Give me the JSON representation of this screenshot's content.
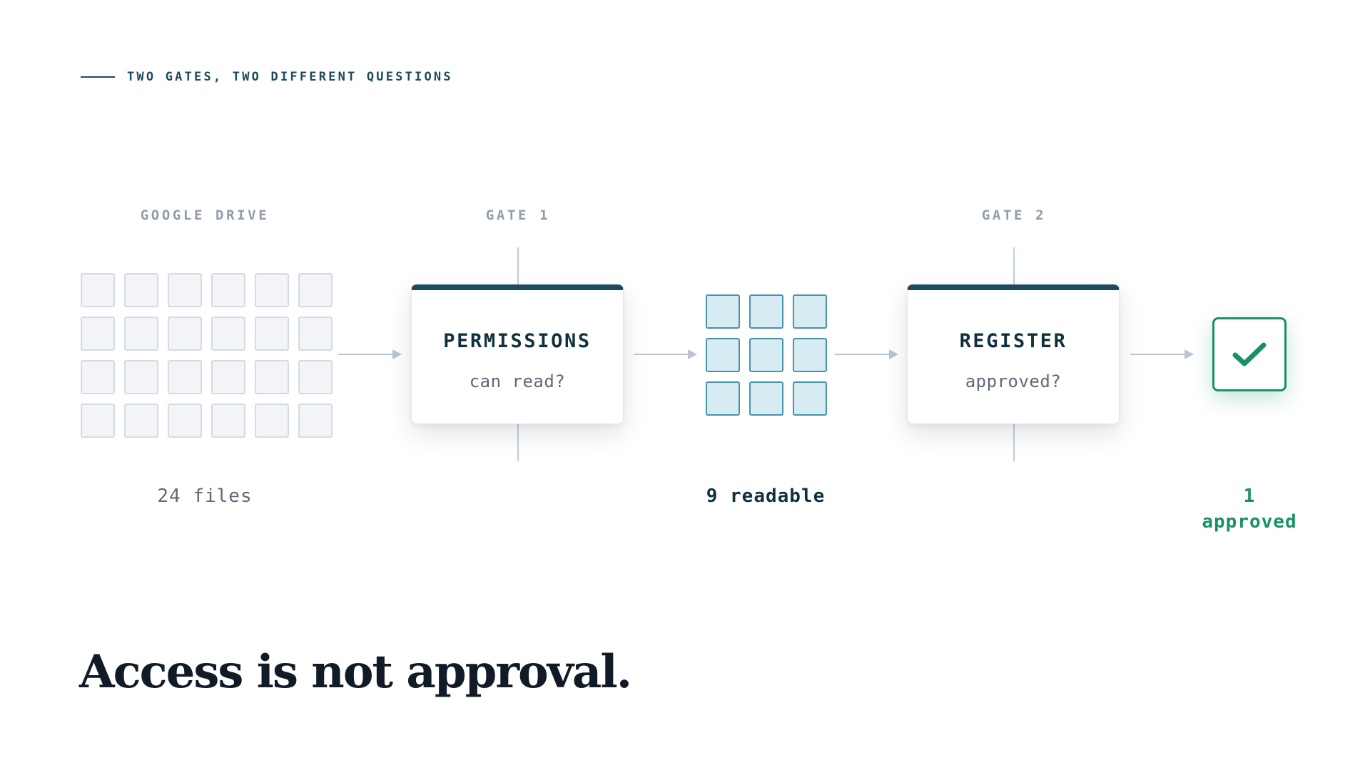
{
  "eyebrow": "TWO GATES, TWO DIFFERENT QUESTIONS",
  "columns": {
    "drive_label": "GOOGLE DRIVE",
    "gate1_label": "GATE 1",
    "gate2_label": "GATE 2"
  },
  "gate1": {
    "title": "PERMISSIONS",
    "question": "can read?"
  },
  "gate2": {
    "title": "REGISTER",
    "question": "approved?"
  },
  "counts": {
    "drive": "24 files",
    "readable": "9 readable",
    "approved_number": "1",
    "approved_word": "approved"
  },
  "icons": {
    "result": "checkmark-icon",
    "flow": "arrow-right-icon"
  },
  "colors": {
    "accent": "#1c4a5e",
    "approved_green": "#1a9067",
    "file_grey": "#f2f4f7",
    "file_blue": "#d7ecf2",
    "headline": "#111b27"
  },
  "headline": "Access is not approval."
}
